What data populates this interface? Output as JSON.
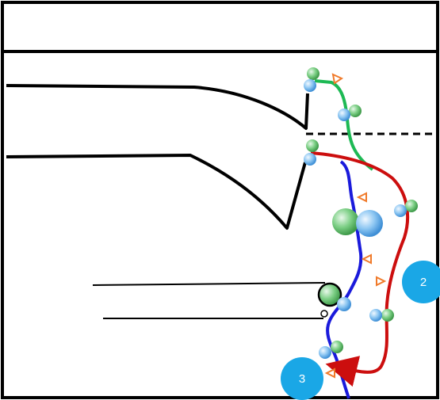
{
  "colors": {
    "frame": "#000000",
    "green_path": "#1db954",
    "blue_path": "#1a1adb",
    "red_path": "#cc0e0e",
    "badge": "#1aa7e6",
    "arrow": "#f07a2a",
    "ball_green": "#5fbf6a",
    "ball_blue": "#6fb7ef"
  },
  "badges": [
    {
      "id": "badge-2",
      "label": "2"
    },
    {
      "id": "badge-3",
      "label": "3"
    }
  ],
  "icons": {
    "direction_marker": "orange-triangle-arrow",
    "particle_pair": "green-blue-sphere-pair"
  }
}
